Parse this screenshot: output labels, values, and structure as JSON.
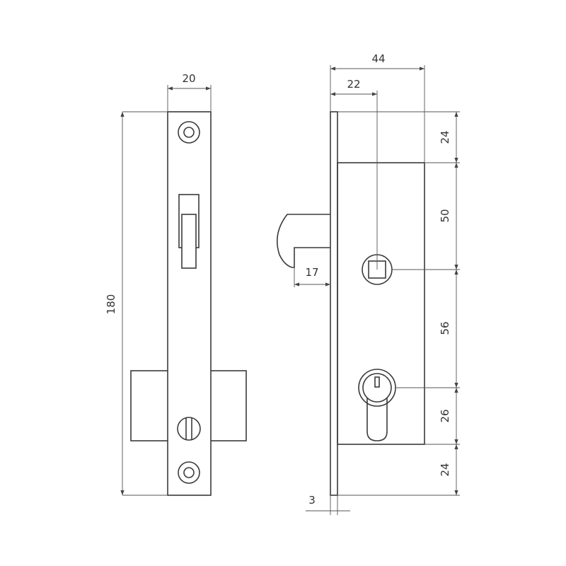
{
  "front_view": {
    "dimensions": {
      "width": "20",
      "height": "180"
    }
  },
  "side_view": {
    "dimensions": {
      "total_depth": "44",
      "backset": "22",
      "latch_projection": "17",
      "faceplate_thickness": "3",
      "top_margin": "24",
      "spindle_from_top": "50",
      "spindle_to_cylinder": "56",
      "cylinder_to_bottom": "26",
      "bottom_margin": "24"
    }
  },
  "colors": {
    "line": "#3a3a3a",
    "background": "#ffffff"
  }
}
